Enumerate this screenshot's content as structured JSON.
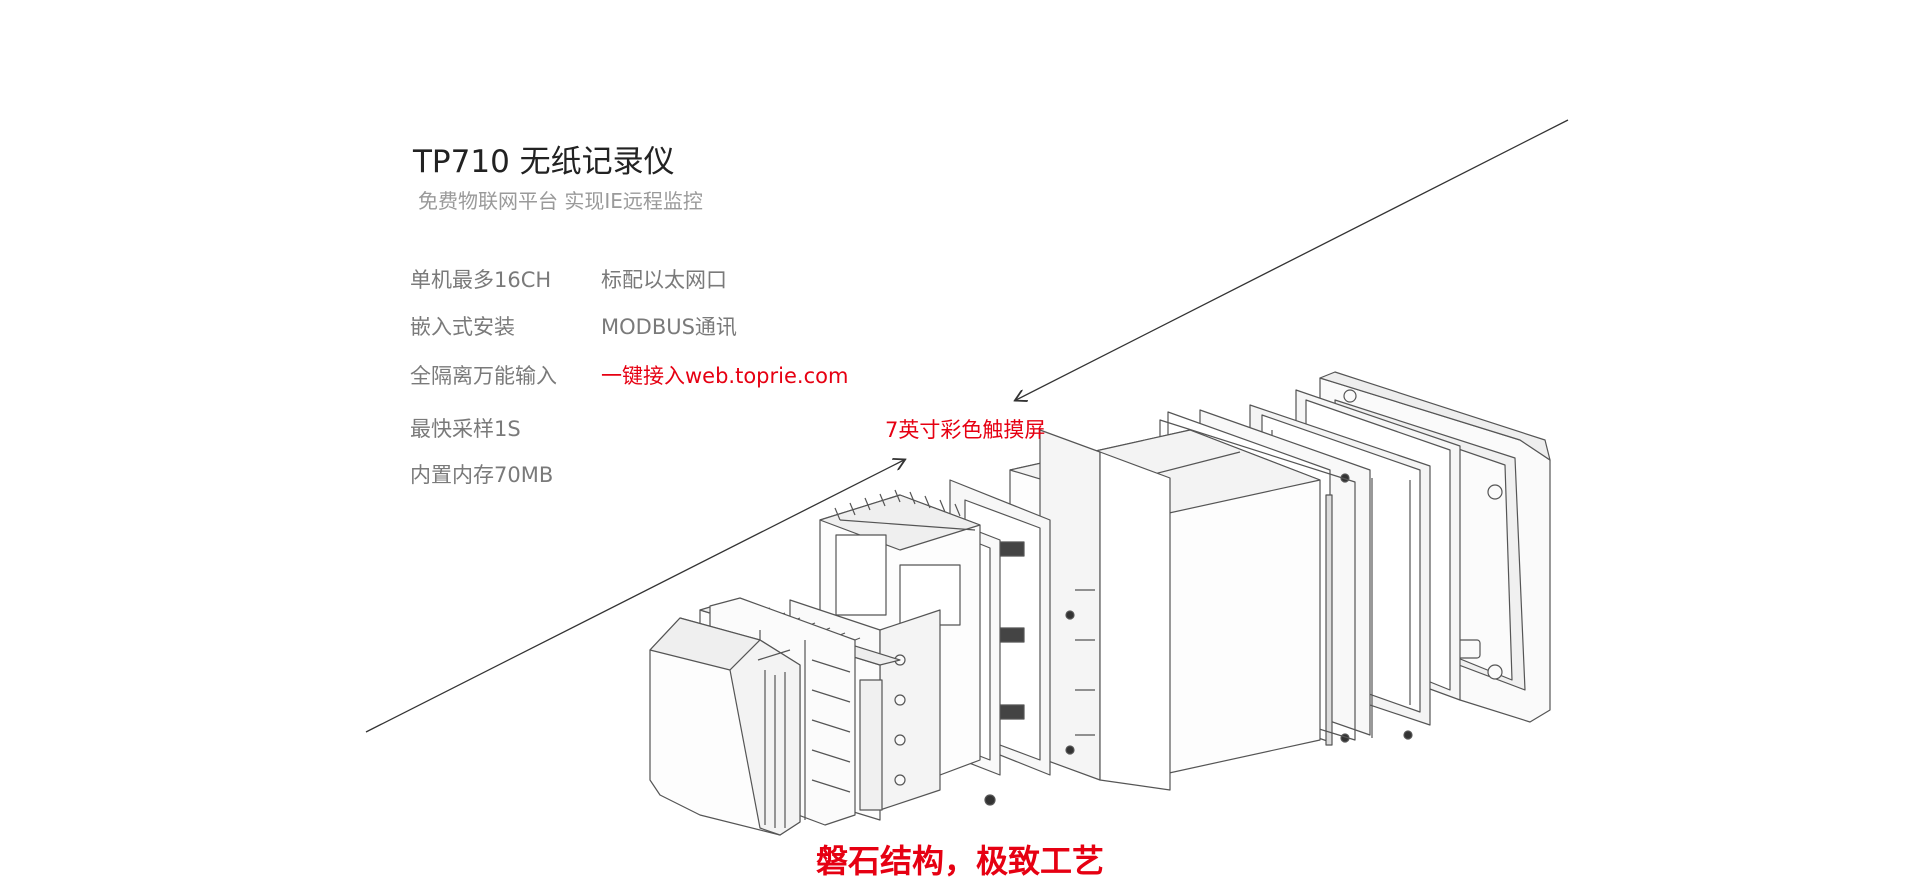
{
  "header": {
    "title": "TP710 无纸记录仪",
    "subtitle": "免费物联网平台 实现IE远程监控"
  },
  "features": {
    "left": [
      "单机最多16CH",
      "嵌入式安装",
      "全隔离万能输入",
      "最快采样1S",
      "内置内存70MB"
    ],
    "right": [
      "标配以太网口",
      "MODBUS通讯",
      "一键接入web.toprie.com"
    ]
  },
  "callout": "7英寸彩色触摸屏",
  "slogan": "磐石结构，极致工艺",
  "colors": {
    "accent": "#e60012",
    "title": "#222222",
    "muted": "#7a7a7a"
  }
}
